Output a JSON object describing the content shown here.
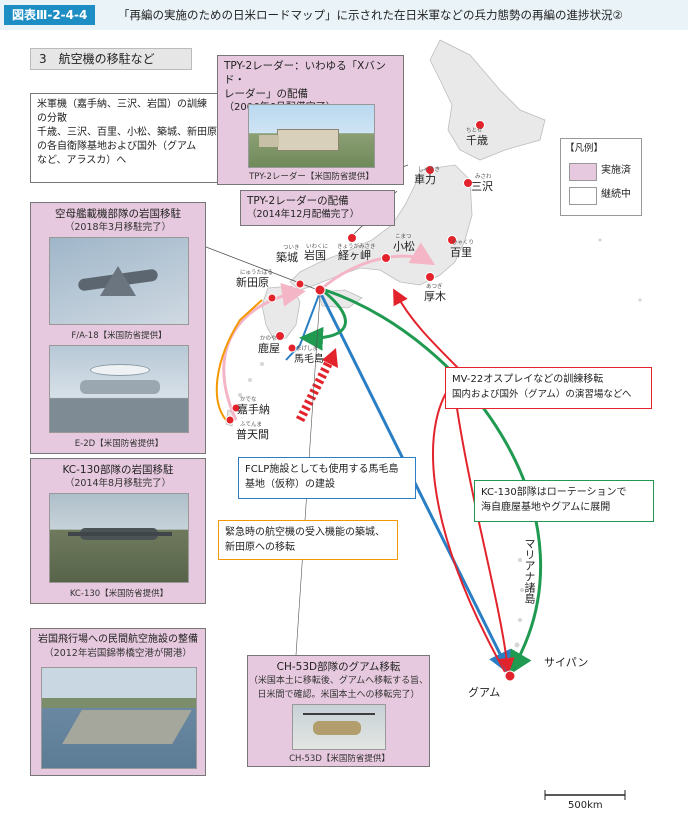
{
  "header": {
    "tag": "図表Ⅲ-2-4-4",
    "title": "「再編の実施のための日米ロードマップ」に示された在日米軍などの兵力態勢の再編の進捗状況②"
  },
  "section_title": "3　航空機の移駐など",
  "legend": {
    "title": "【凡例】",
    "done": "実施済",
    "continuing": "継続中",
    "done_color": "#e6c9de",
    "continuing_color": "#ffffff"
  },
  "boxes": {
    "training": {
      "lines": [
        "米軍機（嘉手納、三沢、岩国）の訓練",
        "の分散",
        "千歳、三沢、百里、小松、築城、新田原",
        "の各自衛隊基地および国外（グアム",
        "など、アラスカ）へ"
      ]
    },
    "tpy2_shariki": {
      "title": [
        "TPY-2レーダー：いわゆる「Xバンド・",
        "レーダー」の配備",
        "（2006年6月配備完了）"
      ],
      "caption": "TPY-2レーダー【米国防省提供】"
    },
    "tpy2_kyogamisaki": {
      "title": "TPY-2レーダーの配備",
      "sub": "（2014年12月配備完了）"
    },
    "carrier": {
      "title": "空母艦載機部隊の岩国移駐",
      "sub": "（2018年3月移駐完了）",
      "caption1": "F/A-18【米国防省提供】",
      "caption2": "E-2D【米国防省提供】"
    },
    "kc130": {
      "title": "KC-130部隊の岩国移駐",
      "sub": "（2014年8月移駐完了）",
      "caption": "KC-130【米国防省提供】"
    },
    "iwakuni_airport": {
      "title": "岩国飛行場への民間航空施設の整備",
      "sub": "（2012年岩国錦帯橋空港が開港）"
    },
    "ch53d": {
      "title": "CH-53D部隊のグアム移転",
      "sub1": "（米国本土に移転後、グアムへ移転する旨、",
      "sub2": "日米間で確認。米国本土への移転完了）",
      "caption": "CH-53D【米国防省提供】"
    },
    "fclp": {
      "lines": [
        "FCLP施設としても使用する馬毛島",
        "基地（仮称）の建設"
      ]
    },
    "emergency": {
      "lines": [
        "緊急時の航空機の受入機能の築城、",
        "新田原への移転"
      ]
    },
    "mv22": {
      "lines": [
        "MV-22オスプレイなどの訓練移転",
        "国内および国外（グアム）の演習場などへ"
      ]
    },
    "kc130_rotation": {
      "lines": [
        "KC-130部隊はローテーションで",
        "海自鹿屋基地やグアムに展開"
      ]
    }
  },
  "places": {
    "chitose": "千歳",
    "chitose_ruby": "ちとせ",
    "shariki": "車力",
    "shariki_ruby": "しゃりき",
    "misawa": "三沢",
    "misawa_ruby": "みさわ",
    "komatsu": "小松",
    "komatsu_ruby": "こまつ",
    "hyakuri": "百里",
    "hyakuri_ruby": "ひゃくり",
    "atsugi": "厚木",
    "atsugi_ruby": "あつぎ",
    "kyogamisaki": "経ヶ岬",
    "kyogamisaki_ruby": "きょうがみさき",
    "iwakuni": "岩国",
    "iwakuni_ruby": "いわくに",
    "tsuiki": "築城",
    "tsuiki_ruby": "ついき",
    "nyutabaru": "新田原",
    "nyutabaru_ruby": "にゅうたばる",
    "kanoya": "鹿屋",
    "kanoya_ruby": "かのや",
    "mageshima": "馬毛島",
    "mageshima_ruby": "まげしま",
    "kadena": "嘉手納",
    "kadena_ruby": "かでな",
    "futenma": "普天間",
    "futenma_ruby": "ふてんま",
    "mariana": "マリアナ諸島",
    "saipan": "サイパン",
    "guam": "グアム"
  },
  "scale": "500km",
  "colors": {
    "header_tag": "#1d8ec3",
    "arrow_blue": "#2a7ec4",
    "arrow_green": "#1f9a50",
    "arrow_red": "#e3232c",
    "arrow_pink": "#f4b6c6",
    "arrow_orange": "#f39800",
    "land": "#e9e9e9",
    "base": "#e3232c"
  }
}
